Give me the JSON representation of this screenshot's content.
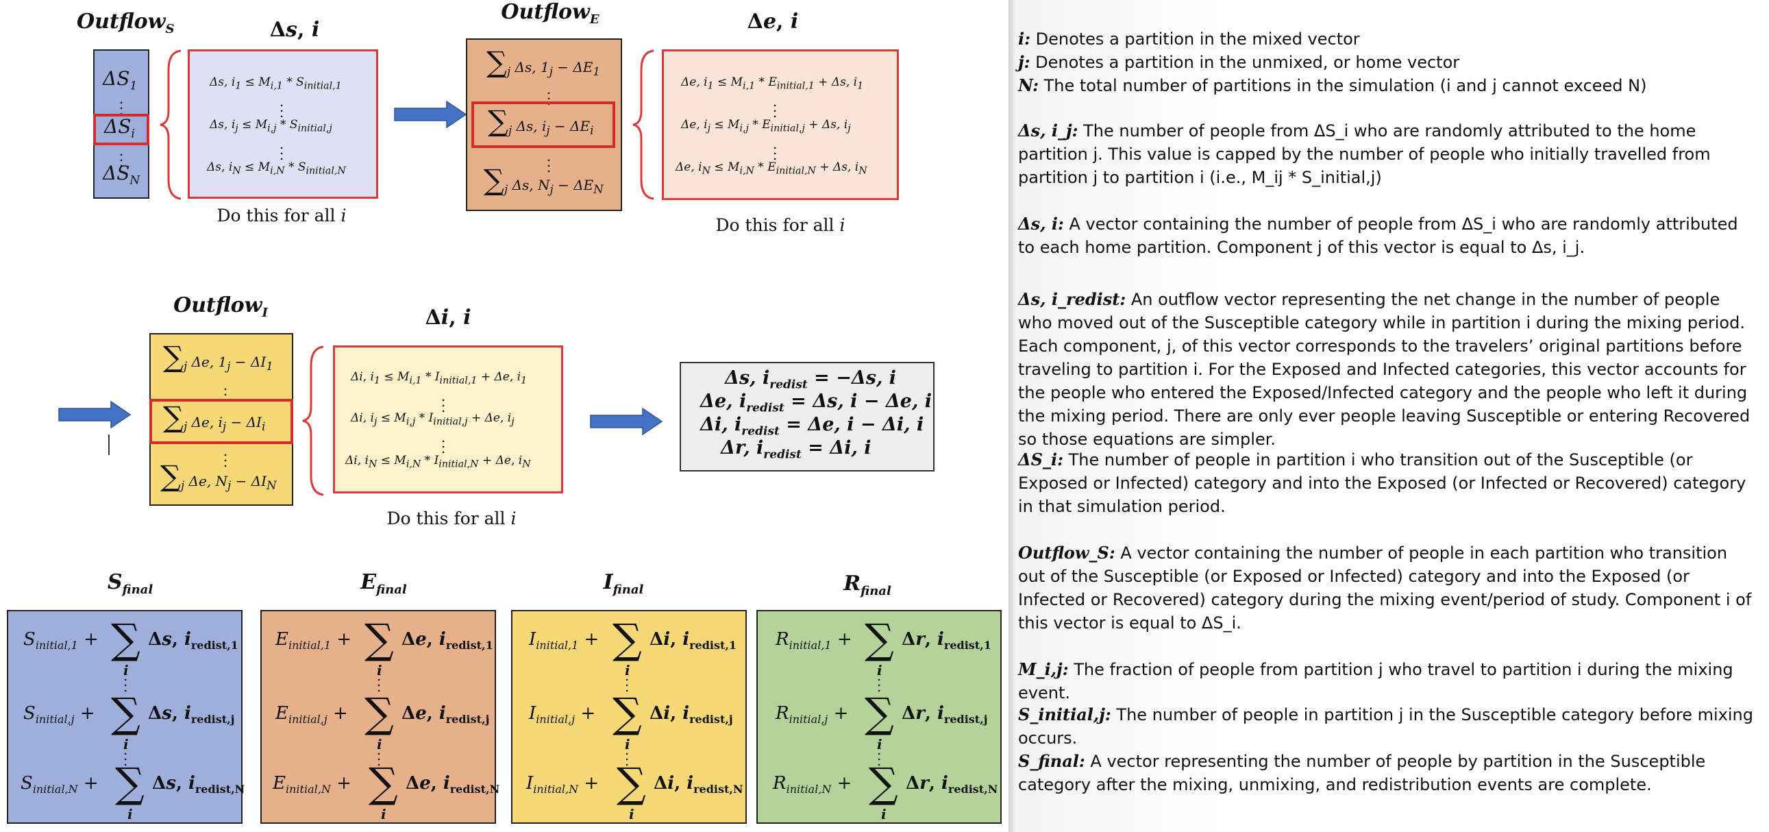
{
  "diagram": {
    "top_left": {
      "outflow_title": "Outflow_S",
      "outflow_items": [
        "ΔS_1",
        "ΔS_i",
        "ΔS_N"
      ],
      "detail_title": "Δs, i",
      "detail_lines": [
        "Δs, i_1 ≤ M_{i,1} * S_{initial,1}",
        "Δs, i_j ≤ M_{i,j} * S_{initial,j}",
        "Δs, i_N ≤ M_{i,N} * S_{initial,N}"
      ],
      "caption": "Do this for all i"
    },
    "top_right": {
      "outflow_title": "Outflow_E",
      "outflow_items": [
        "∑_j Δs, 1_j − ΔE_1",
        "∑_j Δs, i_j − ΔE_i",
        "∑_j Δs, N_j − ΔE_N"
      ],
      "detail_title": "Δe, i",
      "detail_lines": [
        "Δe, i_1 ≤ M_{i,1} * E_{initial,1} + Δs, i_1",
        "Δe, i_j ≤ M_{i,j} * E_{initial,j} + Δs, i_j",
        "Δe, i_N ≤ M_{i,N} * E_{initial,N} + Δs, i_N"
      ],
      "caption": "Do this for all i"
    },
    "middle": {
      "outflow_title": "Outflow_I",
      "outflow_items": [
        "∑_j Δe, 1_j − ΔI_1",
        "∑_j Δe, i_j − ΔI_i",
        "∑_j Δe, N_j − ΔI_N"
      ],
      "detail_title": "Δi, i",
      "detail_lines": [
        "Δi, i_1 ≤ M_{i,1} * I_{initial,1} + Δe, i_1",
        "Δi, i_j ≤ M_{i,j} * I_{initial,j} + Δe, i_j",
        "Δi, i_N ≤ M_{i,N} * I_{initial,N} + Δe, i_N"
      ],
      "caption": "Do this for all i",
      "redist_lines": [
        "Δs, i_redist = −Δs, i",
        "Δe, i_redist = Δs, i − Δe, i",
        "Δi, i_redist = Δe, i − Δi, i",
        "Δr, i_redist = Δi, i"
      ]
    },
    "finals": [
      {
        "title": "S_final",
        "color": "#9dafdb",
        "initial": "S",
        "delta": "Δs"
      },
      {
        "title": "E_final",
        "color": "#e5b08a",
        "initial": "E",
        "delta": "Δe"
      },
      {
        "title": "I_final",
        "color": "#f6d875",
        "initial": "I",
        "delta": "Δi"
      },
      {
        "title": "R_final",
        "color": "#b4d39a",
        "initial": "R",
        "delta": "Δr"
      }
    ],
    "colors": {
      "blue_vec": "#9eafdb",
      "blue_detail": "#dce2f3",
      "orange_vec": "#e5b08a",
      "orange_detail": "#fbe5d6",
      "yellow_vec": "#f7d877",
      "yellow_detail": "#fdf2cc",
      "grey_box": "#eeeeee",
      "arrow": "#4472c4",
      "red": "#d93a3a"
    }
  },
  "glossary": [
    {
      "term": "i:",
      "text": " Denotes a partition in the mixed vector"
    },
    {
      "term": "j:",
      "text": " Denotes a partition in the unmixed, or home vector"
    },
    {
      "term": "N:",
      "text": " The total number of partitions in the simulation (i and j cannot exceed N)"
    },
    {
      "term": "Δs, i_j:",
      "text": " The number of people from ΔS_i who are randomly attributed to the home partition j. This value is capped by the number of people who initially travelled from partition j to partition i (i.e., M_ij * S_initial,j)"
    },
    {
      "term": "Δs, i:",
      "text": " A vector containing the number of people from ΔS_i who are randomly attributed to each home partition. Component j of this vector is equal to Δs, i_j."
    },
    {
      "term": "Δs, i_redist:",
      "text": " An outflow vector representing the net change in the number of people who moved out of the Susceptible category while in partition i during the mixing period. Each component, j, of this vector corresponds to the travelers’ original partitions before traveling to partition i. For the Exposed and Infected categories, this vector accounts for the people who entered the Exposed/Infected category and the people who left it during the mixing period. There are only ever people leaving Susceptible or entering Recovered so those equations are simpler."
    },
    {
      "term": "ΔS_i:",
      "text": " The number of people in partition i who transition out of the Susceptible (or Exposed or Infected) category and into the Exposed (or Infected or Recovered) category in that simulation period."
    },
    {
      "term": "Outflow_S:",
      "text": " A vector containing the number of people in each partition who transition out of the Susceptible (or Exposed or Infected) category and into the Exposed (or Infected or Recovered) category during the mixing event/period of study. Component i of this vector is equal to ΔS_i."
    },
    {
      "term": "M_i,j:",
      "text": " The fraction of people from partition j who travel to partition i during the mixing event."
    },
    {
      "term": "S_initial,j:",
      "text": " The number of people in partition j in the Susceptible category before mixing occurs."
    },
    {
      "term": "S_final:",
      "text": " A vector representing the number of people by partition in the Susceptible category after the mixing, unmixing, and redistribution events are complete."
    }
  ]
}
